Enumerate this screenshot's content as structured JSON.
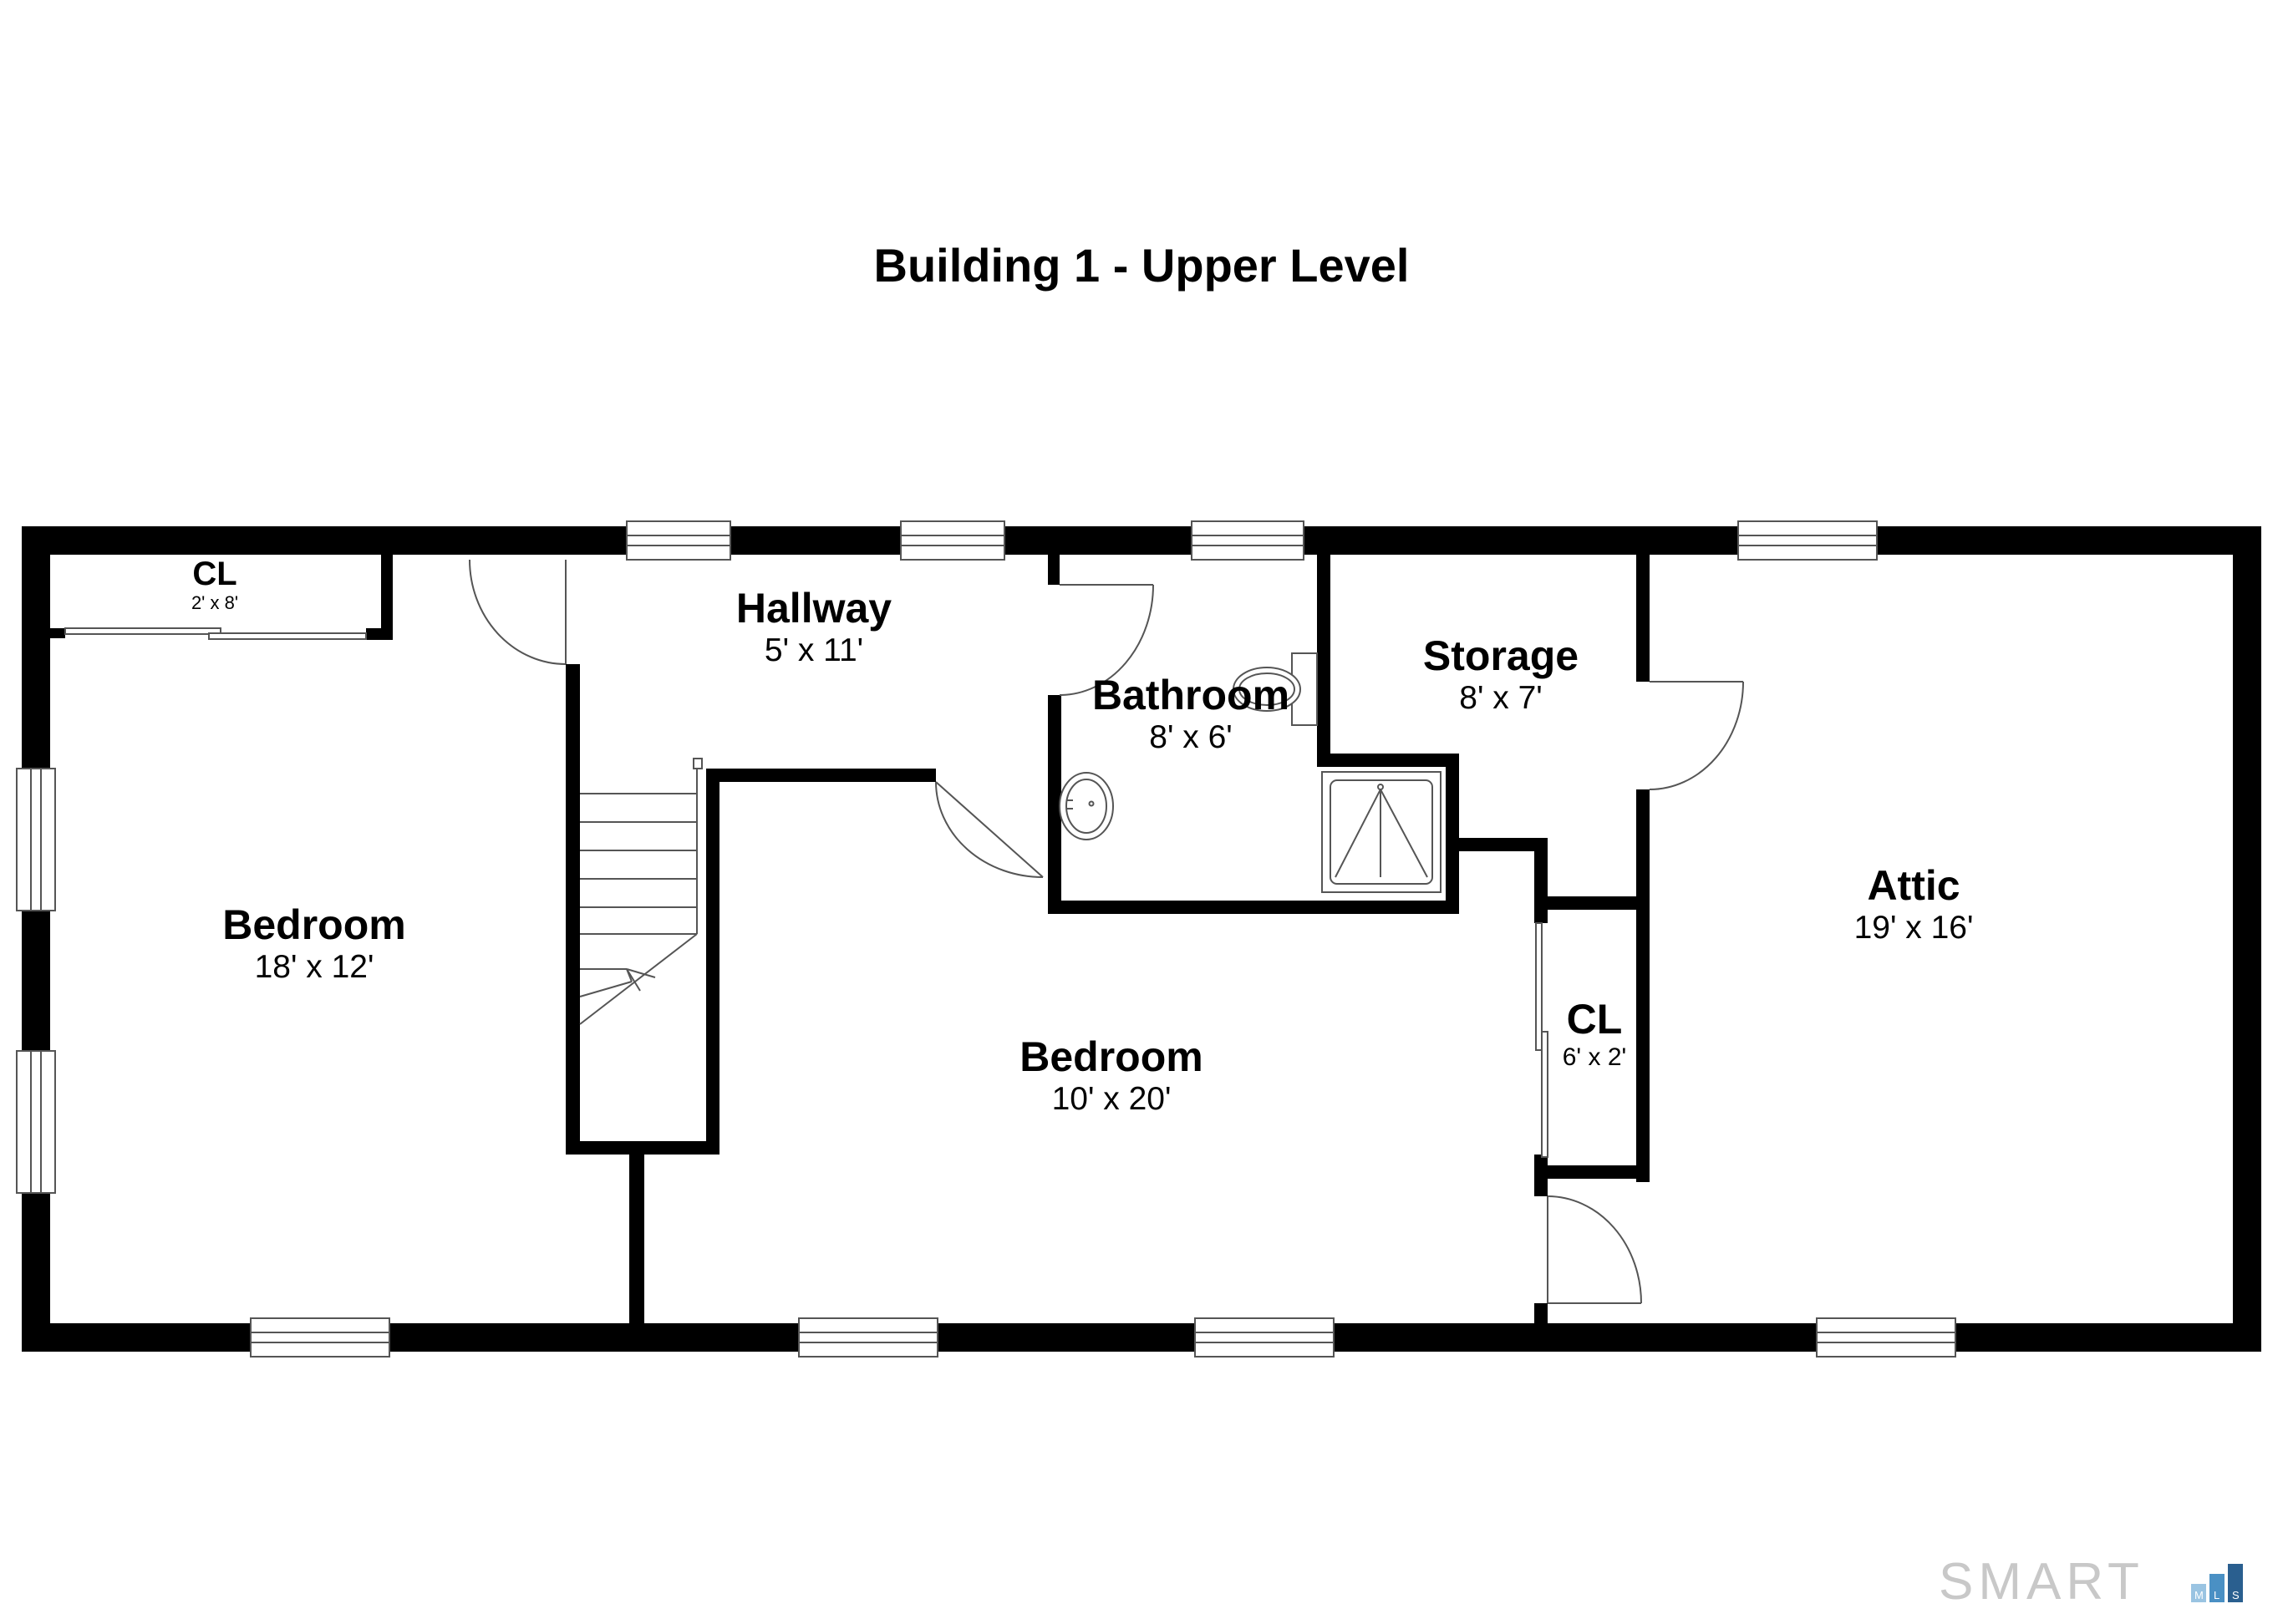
{
  "title": "Building 1 - Upper Level",
  "rooms": {
    "closet_a": {
      "name": "CL",
      "dim": "2' x 8'"
    },
    "hallway": {
      "name": "Hallway",
      "dim": "5' x 11'"
    },
    "bathroom": {
      "name": "Bathroom",
      "dim": "8' x 6'"
    },
    "storage": {
      "name": "Storage",
      "dim": "8' x 7'"
    },
    "attic": {
      "name": "Attic",
      "dim": "19' x 16'"
    },
    "bedroom_west": {
      "name": "Bedroom",
      "dim": "18' x 12'"
    },
    "bedroom_center": {
      "name": "Bedroom",
      "dim": "10' x 20'"
    },
    "closet_b": {
      "name": "CL",
      "dim": "6' x 2'"
    }
  },
  "watermark": {
    "text": "SMART",
    "sub": [
      "M",
      "L",
      "S"
    ],
    "colors": {
      "text": "#c8c8c8",
      "accent": "#4a90c4"
    }
  },
  "colors": {
    "wall": "#000000",
    "background": "#ffffff",
    "fixture": "#555555"
  }
}
